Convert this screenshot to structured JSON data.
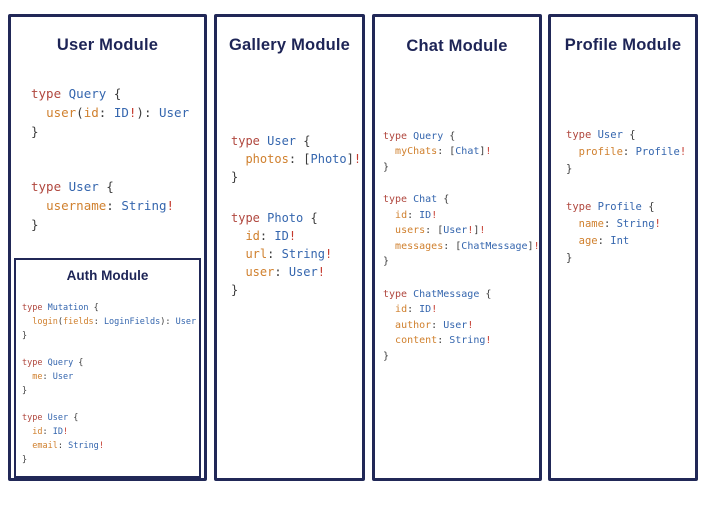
{
  "colors": {
    "panel_border": "#212857",
    "title_text": "#1d2456",
    "code_keyword": "#b0473e",
    "code_type_name": "#3566ae",
    "code_field_name": "#d0802e",
    "code_punctuation": "#3d3d3d",
    "code_exclamation": "#c43a2e",
    "background": "#ffffff"
  },
  "panels": [
    {
      "id": "user",
      "title": "User Module",
      "blocks": [
        {
          "lines": [
            [
              [
                "type ",
                "k"
              ],
              [
                "Query",
                "t"
              ],
              [
                " {",
                "p"
              ]
            ],
            [
              [
                "  ",
                "p"
              ],
              [
                "user",
                "f"
              ],
              [
                "(",
                "p"
              ],
              [
                "id",
                "f"
              ],
              [
                ": ",
                "p"
              ],
              [
                "ID",
                "t"
              ],
              [
                "!",
                "b"
              ],
              [
                "): ",
                "p"
              ],
              [
                "User",
                "t"
              ]
            ],
            [
              [
                "}",
                "p"
              ]
            ]
          ]
        },
        {
          "lines": [
            [
              [
                "type ",
                "k"
              ],
              [
                "User",
                "t"
              ],
              [
                " {",
                "p"
              ]
            ],
            [
              [
                "  ",
                "p"
              ],
              [
                "username",
                "f"
              ],
              [
                ": ",
                "p"
              ],
              [
                "String",
                "t"
              ],
              [
                "!",
                "b"
              ]
            ],
            [
              [
                "}",
                "p"
              ]
            ]
          ]
        }
      ],
      "sub_panel": {
        "id": "auth",
        "title": "Auth Module",
        "blocks": [
          {
            "lines": [
              [
                [
                  "type ",
                  "k"
                ],
                [
                  "Mutation",
                  "t"
                ],
                [
                  " {",
                  "p"
                ]
              ],
              [
                [
                  "  ",
                  "p"
                ],
                [
                  "login",
                  "f"
                ],
                [
                  "(",
                  "p"
                ],
                [
                  "fields",
                  "f"
                ],
                [
                  ": ",
                  "p"
                ],
                [
                  "LoginFields",
                  "t"
                ],
                [
                  "): ",
                  "p"
                ],
                [
                  "User",
                  "t"
                ]
              ],
              [
                [
                  "}",
                  "p"
                ]
              ]
            ]
          },
          {
            "lines": [
              [
                [
                  "type ",
                  "k"
                ],
                [
                  "Query",
                  "t"
                ],
                [
                  " {",
                  "p"
                ]
              ],
              [
                [
                  "  ",
                  "p"
                ],
                [
                  "me",
                  "f"
                ],
                [
                  ": ",
                  "p"
                ],
                [
                  "User",
                  "t"
                ]
              ],
              [
                [
                  "}",
                  "p"
                ]
              ]
            ]
          },
          {
            "lines": [
              [
                [
                  "type ",
                  "k"
                ],
                [
                  "User",
                  "t"
                ],
                [
                  " {",
                  "p"
                ]
              ],
              [
                [
                  "  ",
                  "p"
                ],
                [
                  "id",
                  "f"
                ],
                [
                  ": ",
                  "p"
                ],
                [
                  "ID",
                  "t"
                ],
                [
                  "!",
                  "b"
                ]
              ],
              [
                [
                  "  ",
                  "p"
                ],
                [
                  "email",
                  "f"
                ],
                [
                  ": ",
                  "p"
                ],
                [
                  "String",
                  "t"
                ],
                [
                  "!",
                  "b"
                ]
              ],
              [
                [
                  "}",
                  "p"
                ]
              ]
            ]
          }
        ]
      }
    },
    {
      "id": "gallery",
      "title": "Gallery Module",
      "blocks": [
        {
          "lines": [
            [
              [
                "type ",
                "k"
              ],
              [
                "User",
                "t"
              ],
              [
                " {",
                "p"
              ]
            ],
            [
              [
                "  ",
                "p"
              ],
              [
                "photos",
                "f"
              ],
              [
                ": ",
                "p"
              ],
              [
                "[",
                "p"
              ],
              [
                "Photo",
                "t"
              ],
              [
                "]",
                "p"
              ],
              [
                "!",
                "b"
              ]
            ],
            [
              [
                "}",
                "p"
              ]
            ]
          ]
        },
        {
          "lines": [
            [
              [
                "type ",
                "k"
              ],
              [
                "Photo",
                "t"
              ],
              [
                " {",
                "p"
              ]
            ],
            [
              [
                "  ",
                "p"
              ],
              [
                "id",
                "f"
              ],
              [
                ": ",
                "p"
              ],
              [
                "ID",
                "t"
              ],
              [
                "!",
                "b"
              ]
            ],
            [
              [
                "  ",
                "p"
              ],
              [
                "url",
                "f"
              ],
              [
                ": ",
                "p"
              ],
              [
                "String",
                "t"
              ],
              [
                "!",
                "b"
              ]
            ],
            [
              [
                "  ",
                "p"
              ],
              [
                "user",
                "f"
              ],
              [
                ": ",
                "p"
              ],
              [
                "User",
                "t"
              ],
              [
                "!",
                "b"
              ]
            ],
            [
              [
                "}",
                "p"
              ]
            ]
          ]
        }
      ]
    },
    {
      "id": "chat",
      "title": "Chat Module",
      "blocks": [
        {
          "lines": [
            [
              [
                "type ",
                "k"
              ],
              [
                "Query",
                "t"
              ],
              [
                " {",
                "p"
              ]
            ],
            [
              [
                "  ",
                "p"
              ],
              [
                "myChats",
                "f"
              ],
              [
                ": ",
                "p"
              ],
              [
                "[",
                "p"
              ],
              [
                "Chat",
                "t"
              ],
              [
                "]",
                "p"
              ],
              [
                "!",
                "b"
              ]
            ],
            [
              [
                "}",
                "p"
              ]
            ]
          ]
        },
        {
          "lines": [
            [
              [
                "type ",
                "k"
              ],
              [
                "Chat",
                "t"
              ],
              [
                " {",
                "p"
              ]
            ],
            [
              [
                "  ",
                "p"
              ],
              [
                "id",
                "f"
              ],
              [
                ": ",
                "p"
              ],
              [
                "ID",
                "t"
              ],
              [
                "!",
                "b"
              ]
            ],
            [
              [
                "  ",
                "p"
              ],
              [
                "users",
                "f"
              ],
              [
                ": ",
                "p"
              ],
              [
                "[",
                "p"
              ],
              [
                "User",
                "t"
              ],
              [
                "!",
                "b"
              ],
              [
                "]",
                "p"
              ],
              [
                "!",
                "b"
              ]
            ],
            [
              [
                "  ",
                "p"
              ],
              [
                "messages",
                "f"
              ],
              [
                ": ",
                "p"
              ],
              [
                "[",
                "p"
              ],
              [
                "ChatMessage",
                "t"
              ],
              [
                "]",
                "p"
              ],
              [
                "!",
                "b"
              ]
            ],
            [
              [
                "}",
                "p"
              ]
            ]
          ]
        },
        {
          "lines": [
            [
              [
                "type ",
                "k"
              ],
              [
                "ChatMessage",
                "t"
              ],
              [
                " {",
                "p"
              ]
            ],
            [
              [
                "  ",
                "p"
              ],
              [
                "id",
                "f"
              ],
              [
                ": ",
                "p"
              ],
              [
                "ID",
                "t"
              ],
              [
                "!",
                "b"
              ]
            ],
            [
              [
                "  ",
                "p"
              ],
              [
                "author",
                "f"
              ],
              [
                ": ",
                "p"
              ],
              [
                "User",
                "t"
              ],
              [
                "!",
                "b"
              ]
            ],
            [
              [
                "  ",
                "p"
              ],
              [
                "content",
                "f"
              ],
              [
                ": ",
                "p"
              ],
              [
                "String",
                "t"
              ],
              [
                "!",
                "b"
              ]
            ],
            [
              [
                "}",
                "p"
              ]
            ]
          ]
        }
      ]
    },
    {
      "id": "profile",
      "title": "Profile Module",
      "blocks": [
        {
          "lines": [
            [
              [
                "type ",
                "k"
              ],
              [
                "User",
                "t"
              ],
              [
                " {",
                "p"
              ]
            ],
            [
              [
                "  ",
                "p"
              ],
              [
                "profile",
                "f"
              ],
              [
                ": ",
                "p"
              ],
              [
                "Profile",
                "t"
              ],
              [
                "!",
                "b"
              ]
            ],
            [
              [
                "}",
                "p"
              ]
            ]
          ]
        },
        {
          "lines": [
            [
              [
                "type ",
                "k"
              ],
              [
                "Profile",
                "t"
              ],
              [
                " {",
                "p"
              ]
            ],
            [
              [
                "  ",
                "p"
              ],
              [
                "name",
                "f"
              ],
              [
                ": ",
                "p"
              ],
              [
                "String",
                "t"
              ],
              [
                "!",
                "b"
              ]
            ],
            [
              [
                "  ",
                "p"
              ],
              [
                "age",
                "f"
              ],
              [
                ": ",
                "p"
              ],
              [
                "Int",
                "t"
              ]
            ],
            [
              [
                "}",
                "p"
              ]
            ]
          ]
        }
      ]
    }
  ]
}
